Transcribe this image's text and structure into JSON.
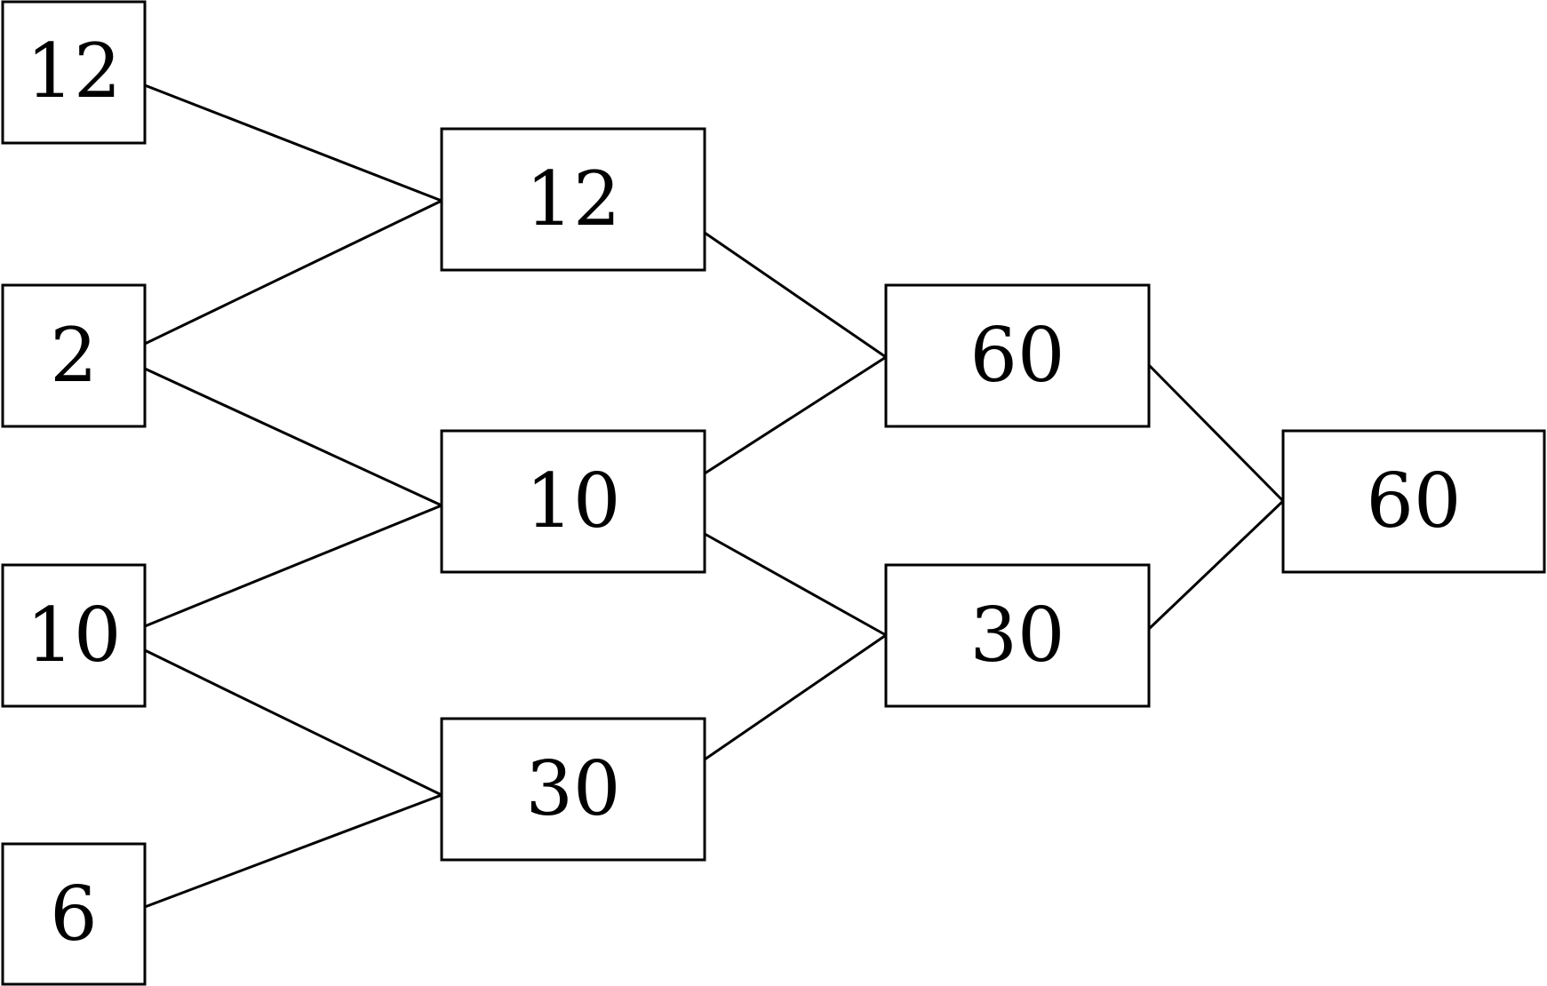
{
  "nodes": [
    {
      "id": "n1",
      "value": "12"
    },
    {
      "id": "n2",
      "value": "2"
    },
    {
      "id": "n3",
      "value": "10"
    },
    {
      "id": "n4",
      "value": "6"
    },
    {
      "id": "m1",
      "value": "12"
    },
    {
      "id": "m2",
      "value": "10"
    },
    {
      "id": "m3",
      "value": "30"
    },
    {
      "id": "p1",
      "value": "60"
    },
    {
      "id": "p2",
      "value": "30"
    },
    {
      "id": "r1",
      "value": "60"
    }
  ],
  "edges": [
    {
      "from": "n1",
      "to": "m1"
    },
    {
      "from": "n2",
      "to": "m1"
    },
    {
      "from": "n2",
      "to": "m2"
    },
    {
      "from": "n3",
      "to": "m2"
    },
    {
      "from": "n3",
      "to": "m3"
    },
    {
      "from": "n4",
      "to": "m3"
    },
    {
      "from": "m1",
      "to": "p1"
    },
    {
      "from": "m2",
      "to": "p1"
    },
    {
      "from": "m2",
      "to": "p2"
    },
    {
      "from": "m3",
      "to": "p2"
    },
    {
      "from": "p1",
      "to": "r1"
    },
    {
      "from": "p2",
      "to": "r1"
    }
  ]
}
